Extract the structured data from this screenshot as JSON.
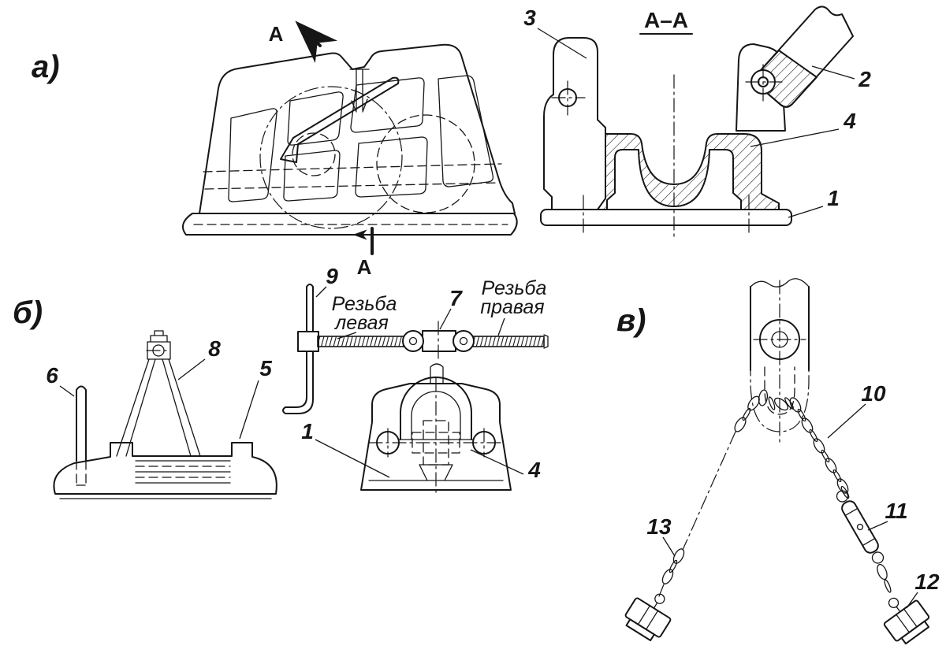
{
  "drawing": {
    "background": "#ffffff",
    "ink": "#161616",
    "views": {
      "a": {
        "label": "а)"
      },
      "b": {
        "label": "б)"
      },
      "v": {
        "label": "в)"
      },
      "section": {
        "title": "А–А",
        "cut_letter": "А"
      }
    },
    "annotations": {
      "thread_left_1": "Резьба",
      "thread_left_2": "левая",
      "thread_right_1": "Резьба",
      "thread_right_2": "правая"
    },
    "parts": {
      "n1": "1",
      "n2": "2",
      "n3": "3",
      "n4": "4",
      "n5": "5",
      "n6": "6",
      "n7": "7",
      "n8": "8",
      "n9": "9",
      "n10": "10",
      "n11": "11",
      "n12": "12",
      "n13": "13"
    }
  }
}
